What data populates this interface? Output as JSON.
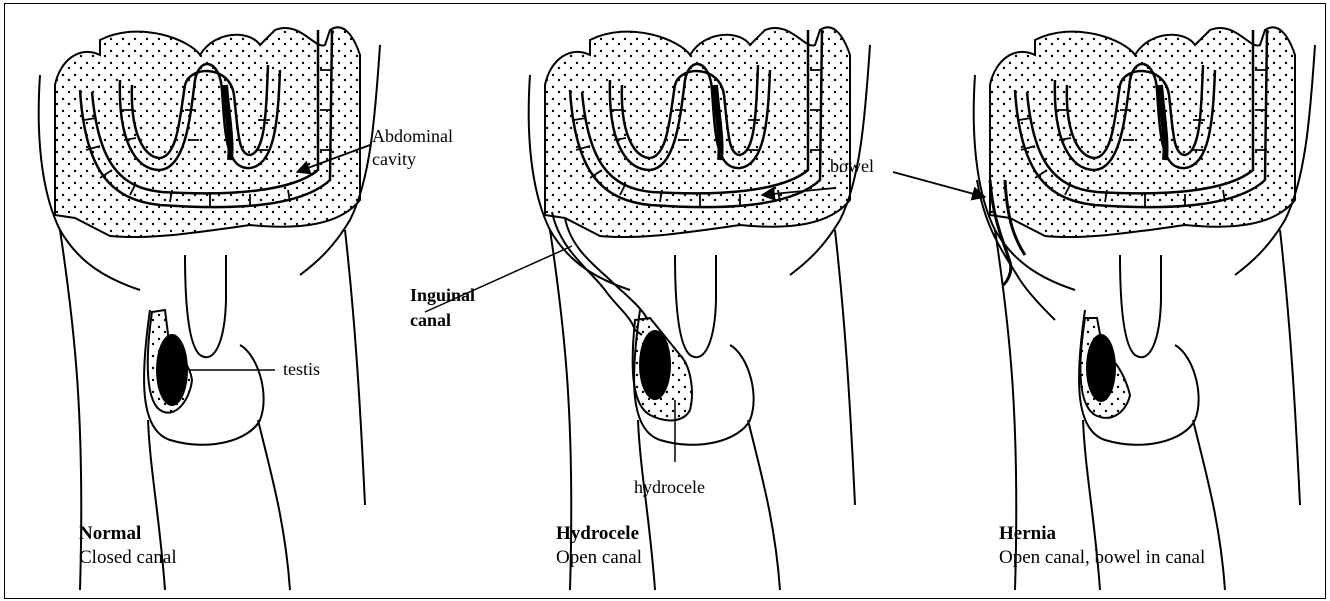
{
  "labels": {
    "abdominal_line1": "Abdominal",
    "abdominal_line2": "cavity",
    "testis": "testis",
    "bowel": "bowel",
    "inguinal_line1": "Inguinal",
    "inguinal_line2": "canal",
    "hydrocele": "hydrocele"
  },
  "panels": [
    {
      "title": "Normal",
      "subtitle": "Closed canal"
    },
    {
      "title": "Hydrocele",
      "subtitle": "Open canal"
    },
    {
      "title": "Hernia",
      "subtitle": "Open canal, bowel in canal"
    }
  ],
  "colors": {
    "ink": "#000000",
    "background": "#ffffff"
  }
}
